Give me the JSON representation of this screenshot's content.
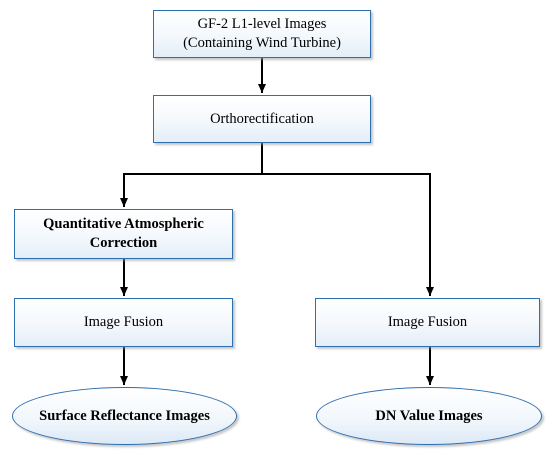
{
  "diagram": {
    "nodes": {
      "source_images": "GF-2 L1-level Images\n(Containing Wind Turbine)",
      "orthorectification": "Orthorectification",
      "atmospheric_correction": "Quantitative Atmospheric\nCorrection",
      "fusion_left": "Image Fusion",
      "fusion_right": "Image Fusion",
      "surface_reflectance": "Surface Reflectance Images",
      "dn_value": "DN Value Images"
    },
    "colors": {
      "box_border": "#2e6fb0",
      "box_fill_top": "#ffffff",
      "box_fill_bottom": "#e3eef8",
      "connector": "#000000"
    }
  }
}
